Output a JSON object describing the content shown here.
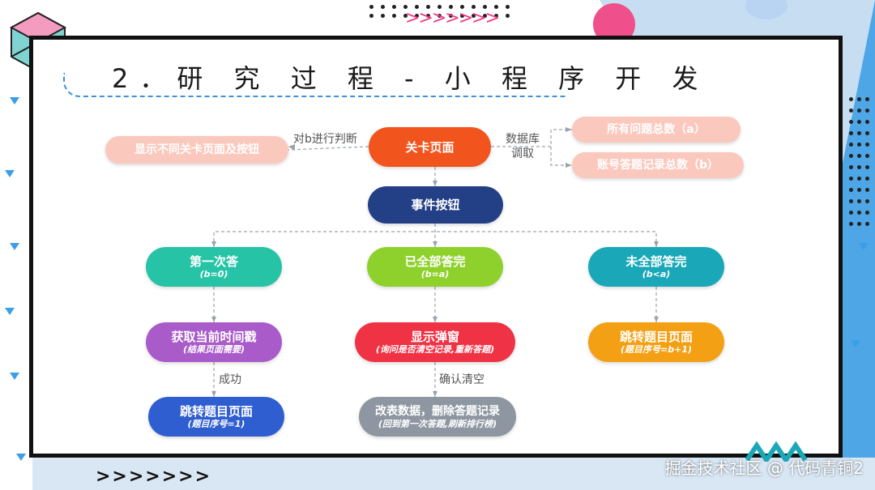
{
  "title": "2．研 究 过 程 - 小 程 序 开 发",
  "nodes": {
    "level_page": "关卡页面",
    "show_buttons": "显示不同关卡页面及按钮",
    "total_questions": "所有问题总数（a）",
    "answered_total": "账号答题记录总数（b）",
    "event_button": "事件按钮",
    "first_answer": {
      "main": "第一次答",
      "sub": "(b=0)"
    },
    "all_answered": {
      "main": "已全部答完",
      "sub": "(b=a)"
    },
    "not_all_answered": {
      "main": "未全部答完",
      "sub": "(b<a)"
    },
    "get_timestamp": {
      "main": "获取当前时间戳",
      "sub": "(结果页面需要)"
    },
    "show_popup": {
      "main": "显示弹窗",
      "sub": "(询问是否清空记录,重新答题)"
    },
    "jump_question": {
      "main": "跳转题目页面",
      "sub": "(题目序号=b+1)"
    },
    "jump_question_first": {
      "main": "跳转题目页面",
      "sub": "(题目序号=1)"
    },
    "modify_data": {
      "main": "改表数据，删除答题记录",
      "sub": "(回到第一次答题,刷新排行榜)"
    }
  },
  "labels": {
    "judge_b": "对b进行判断",
    "db_fetch_1": "数据库",
    "db_fetch_2": "调取",
    "success": "成功",
    "confirm_clear": "确认清空"
  },
  "watermark": "掘金技术社区 @ 代码青铜2",
  "colors": {
    "orange_red": "#f2541e",
    "pink_light": "#fbc8bd",
    "navy": "#233f86",
    "teal": "#26c3a6",
    "lime": "#8fd12c",
    "cyan": "#1aa8b8",
    "purple": "#a85bc9",
    "red": "#ef3244",
    "amber": "#f4a014",
    "blue": "#2f5ed1",
    "gray": "#8e97a1"
  }
}
